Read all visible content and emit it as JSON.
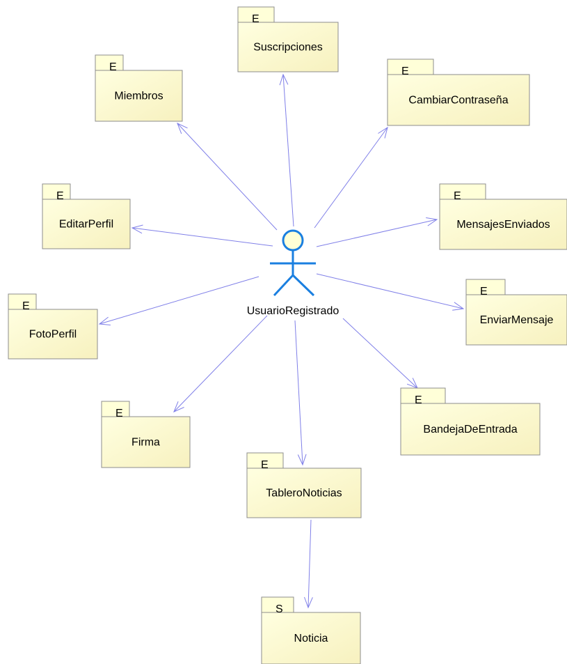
{
  "actor": {
    "name": "UsuarioRegistrado"
  },
  "packages": [
    {
      "id": "suscripciones",
      "stereotype": "E",
      "name": "Suscripciones"
    },
    {
      "id": "miembros",
      "stereotype": "E",
      "name": "Miembros"
    },
    {
      "id": "cambiar-contrasena",
      "stereotype": "E",
      "name": "CambiarContraseña"
    },
    {
      "id": "editar-perfil",
      "stereotype": "E",
      "name": "EditarPerfil"
    },
    {
      "id": "mensajes-enviados",
      "stereotype": "E",
      "name": "MensajesEnviados"
    },
    {
      "id": "foto-perfil",
      "stereotype": "E",
      "name": "FotoPerfil"
    },
    {
      "id": "enviar-mensaje",
      "stereotype": "E",
      "name": "EnviarMensaje"
    },
    {
      "id": "firma",
      "stereotype": "E",
      "name": "Firma"
    },
    {
      "id": "bandeja-de-entrada",
      "stereotype": "E",
      "name": "BandejaDeEntrada"
    },
    {
      "id": "tablero-noticias",
      "stereotype": "E",
      "name": "TableroNoticias"
    },
    {
      "id": "noticia",
      "stereotype": "S",
      "name": "Noticia"
    }
  ],
  "edges": [
    {
      "from": "actor",
      "to": "suscripciones"
    },
    {
      "from": "actor",
      "to": "miembros"
    },
    {
      "from": "actor",
      "to": "cambiar-contrasena"
    },
    {
      "from": "actor",
      "to": "editar-perfil"
    },
    {
      "from": "actor",
      "to": "mensajes-enviados"
    },
    {
      "from": "actor",
      "to": "foto-perfil"
    },
    {
      "from": "actor",
      "to": "enviar-mensaje"
    },
    {
      "from": "actor",
      "to": "firma"
    },
    {
      "from": "actor",
      "to": "bandeja-de-entrada"
    },
    {
      "from": "actor",
      "to": "tablero-noticias"
    },
    {
      "from": "tablero-noticias",
      "to": "noticia"
    }
  ]
}
